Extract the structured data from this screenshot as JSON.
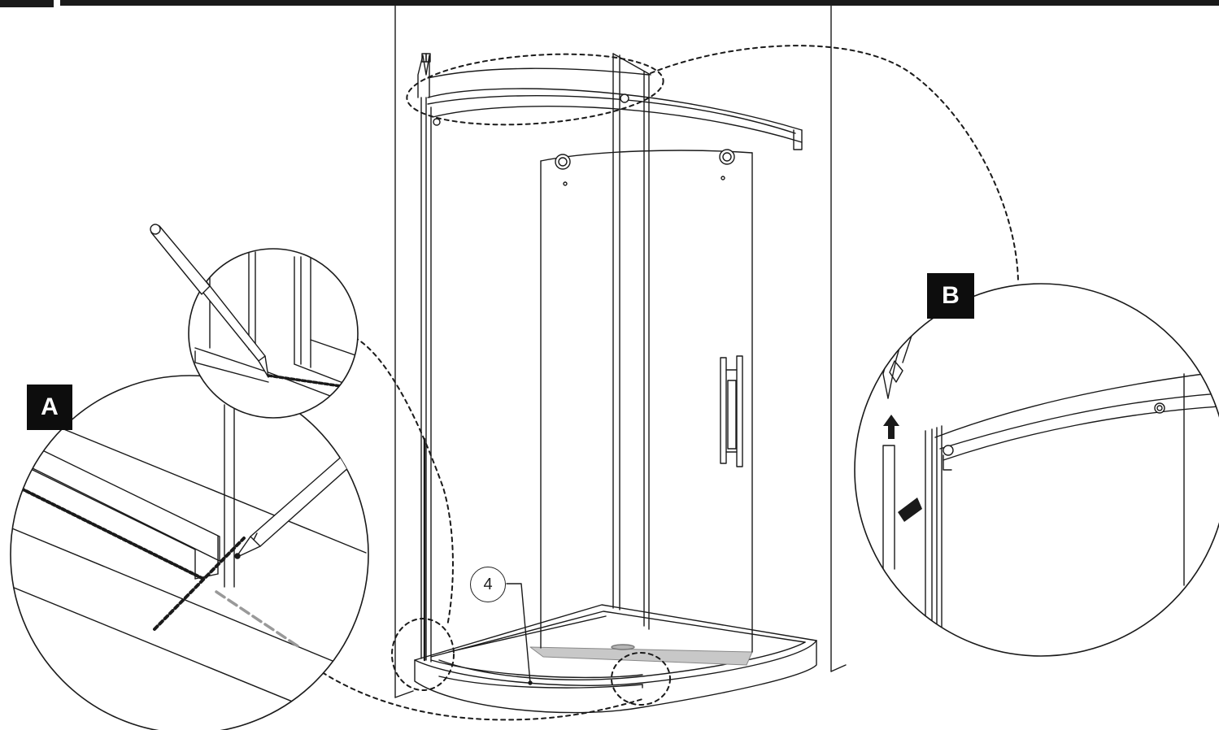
{
  "callouts": {
    "detail_a": "A",
    "detail_b": "B"
  },
  "parts": {
    "part_number": "4"
  },
  "colors": {
    "line": "#1a1a1a",
    "tag_bg": "#0d0d0d",
    "tag_text": "#ffffff",
    "tray_shade": "#c8c8c8",
    "guide_grey": "#999999"
  }
}
